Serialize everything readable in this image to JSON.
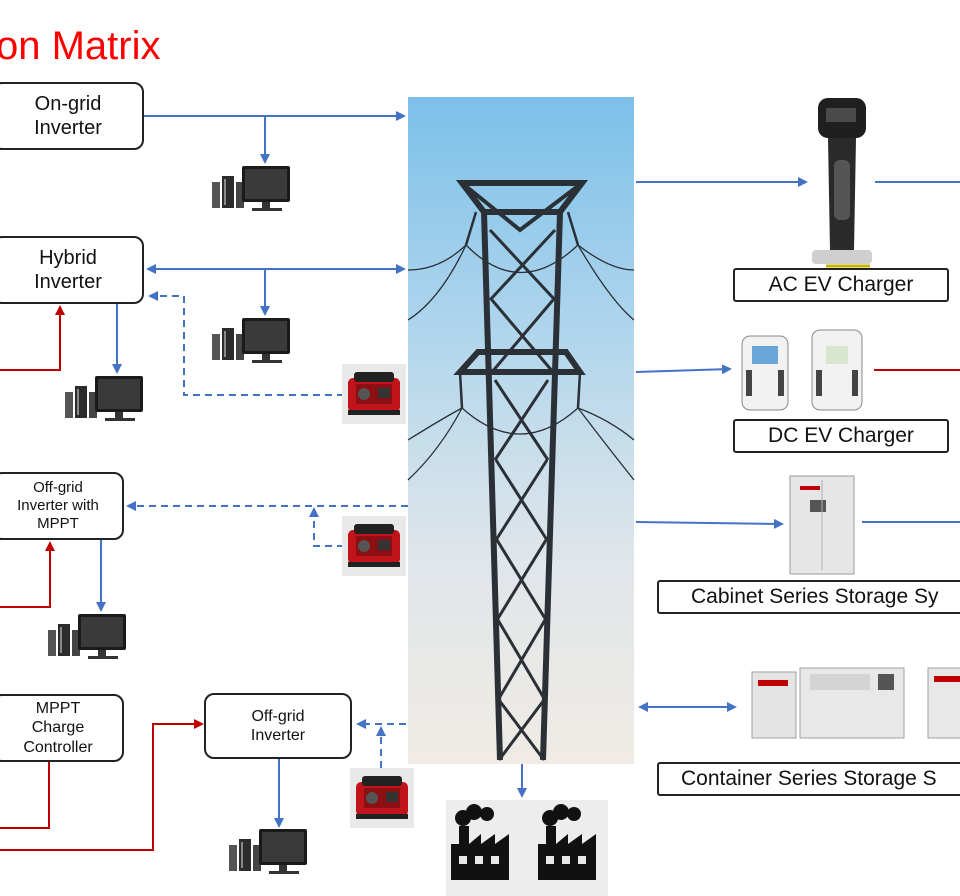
{
  "title": "on Matrix",
  "boxes": {
    "on_grid": "On-grid\nInverter",
    "hybrid": "Hybrid\nInverter",
    "offgrid_mppt": "Off-grid\nInverter with\nMPPT",
    "mppt_controller": "MPPT\nCharge\nController",
    "offgrid": "Off-grid\nInverter"
  },
  "labels": {
    "ac_charger": "AC EV Charger",
    "dc_charger": "DC EV Charger",
    "cabinet": "Cabinet Series Storage Sy",
    "container": "Container Series Storage S"
  },
  "icons": [
    "computer-icon",
    "generator-icon",
    "factory-icon",
    "transmission-tower-icon",
    "ac-ev-charger-icon",
    "dc-ev-charger-icon",
    "storage-cabinet-icon",
    "storage-container-icon"
  ],
  "colors": {
    "blue": "#4472c4",
    "red": "#c00000",
    "title": "#ff0000"
  }
}
